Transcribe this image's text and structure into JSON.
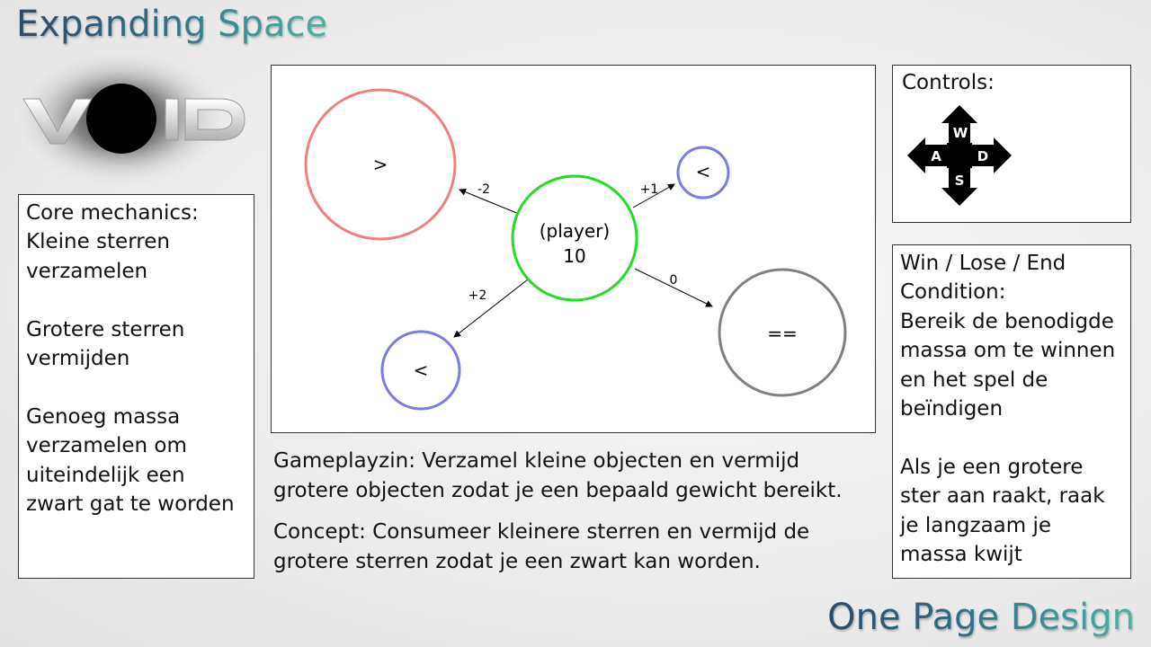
{
  "header": {
    "title": "Expanding Space"
  },
  "logo": {
    "text_left": "V",
    "text_right": "ID",
    "icon": "black-hole-icon"
  },
  "core_mechanics": {
    "text": "Core mechanics:\nKleine sterren verzamelen\n\nGrotere sterren vermijden\n\nGenoeg massa verzamelen om uiteindelijk een zwart gat te worden"
  },
  "diagram": {
    "player": {
      "label": "(player)",
      "value": "10"
    },
    "nodes": [
      {
        "symbol": ">",
        "edge_label": "-2",
        "color": "#f08080"
      },
      {
        "symbol": "<",
        "edge_label": "+1",
        "color": "#7b7be8"
      },
      {
        "symbol": "<",
        "edge_label": "+2",
        "color": "#7b7be8"
      },
      {
        "symbol": "==",
        "edge_label": "0",
        "color": "#808080"
      }
    ],
    "player_color": "#22dd22"
  },
  "description": {
    "gameplay": "Gameplayzin: Verzamel kleine objecten en vermijd grotere objecten zodat je een bepaald gewicht bereikt.",
    "concept": "Concept: Consumeer kleinere sterren en vermijd de grotere sterren zodat je een zwart kan worden."
  },
  "controls": {
    "label": "Controls:",
    "keys": {
      "up": "W",
      "left": "A",
      "down": "S",
      "right": "D"
    }
  },
  "win_lose": {
    "text": "Win / Lose / End Condition:\nBereik de benodigde massa om te winnen en het spel de beïndigen\n\nAls je een grotere ster aan raakt, raak je langzaam je massa kwijt"
  },
  "footer": {
    "title": "One Page Design"
  },
  "colors": {
    "title_start": "#2c4a6a",
    "title_end": "#4bb3a4"
  }
}
